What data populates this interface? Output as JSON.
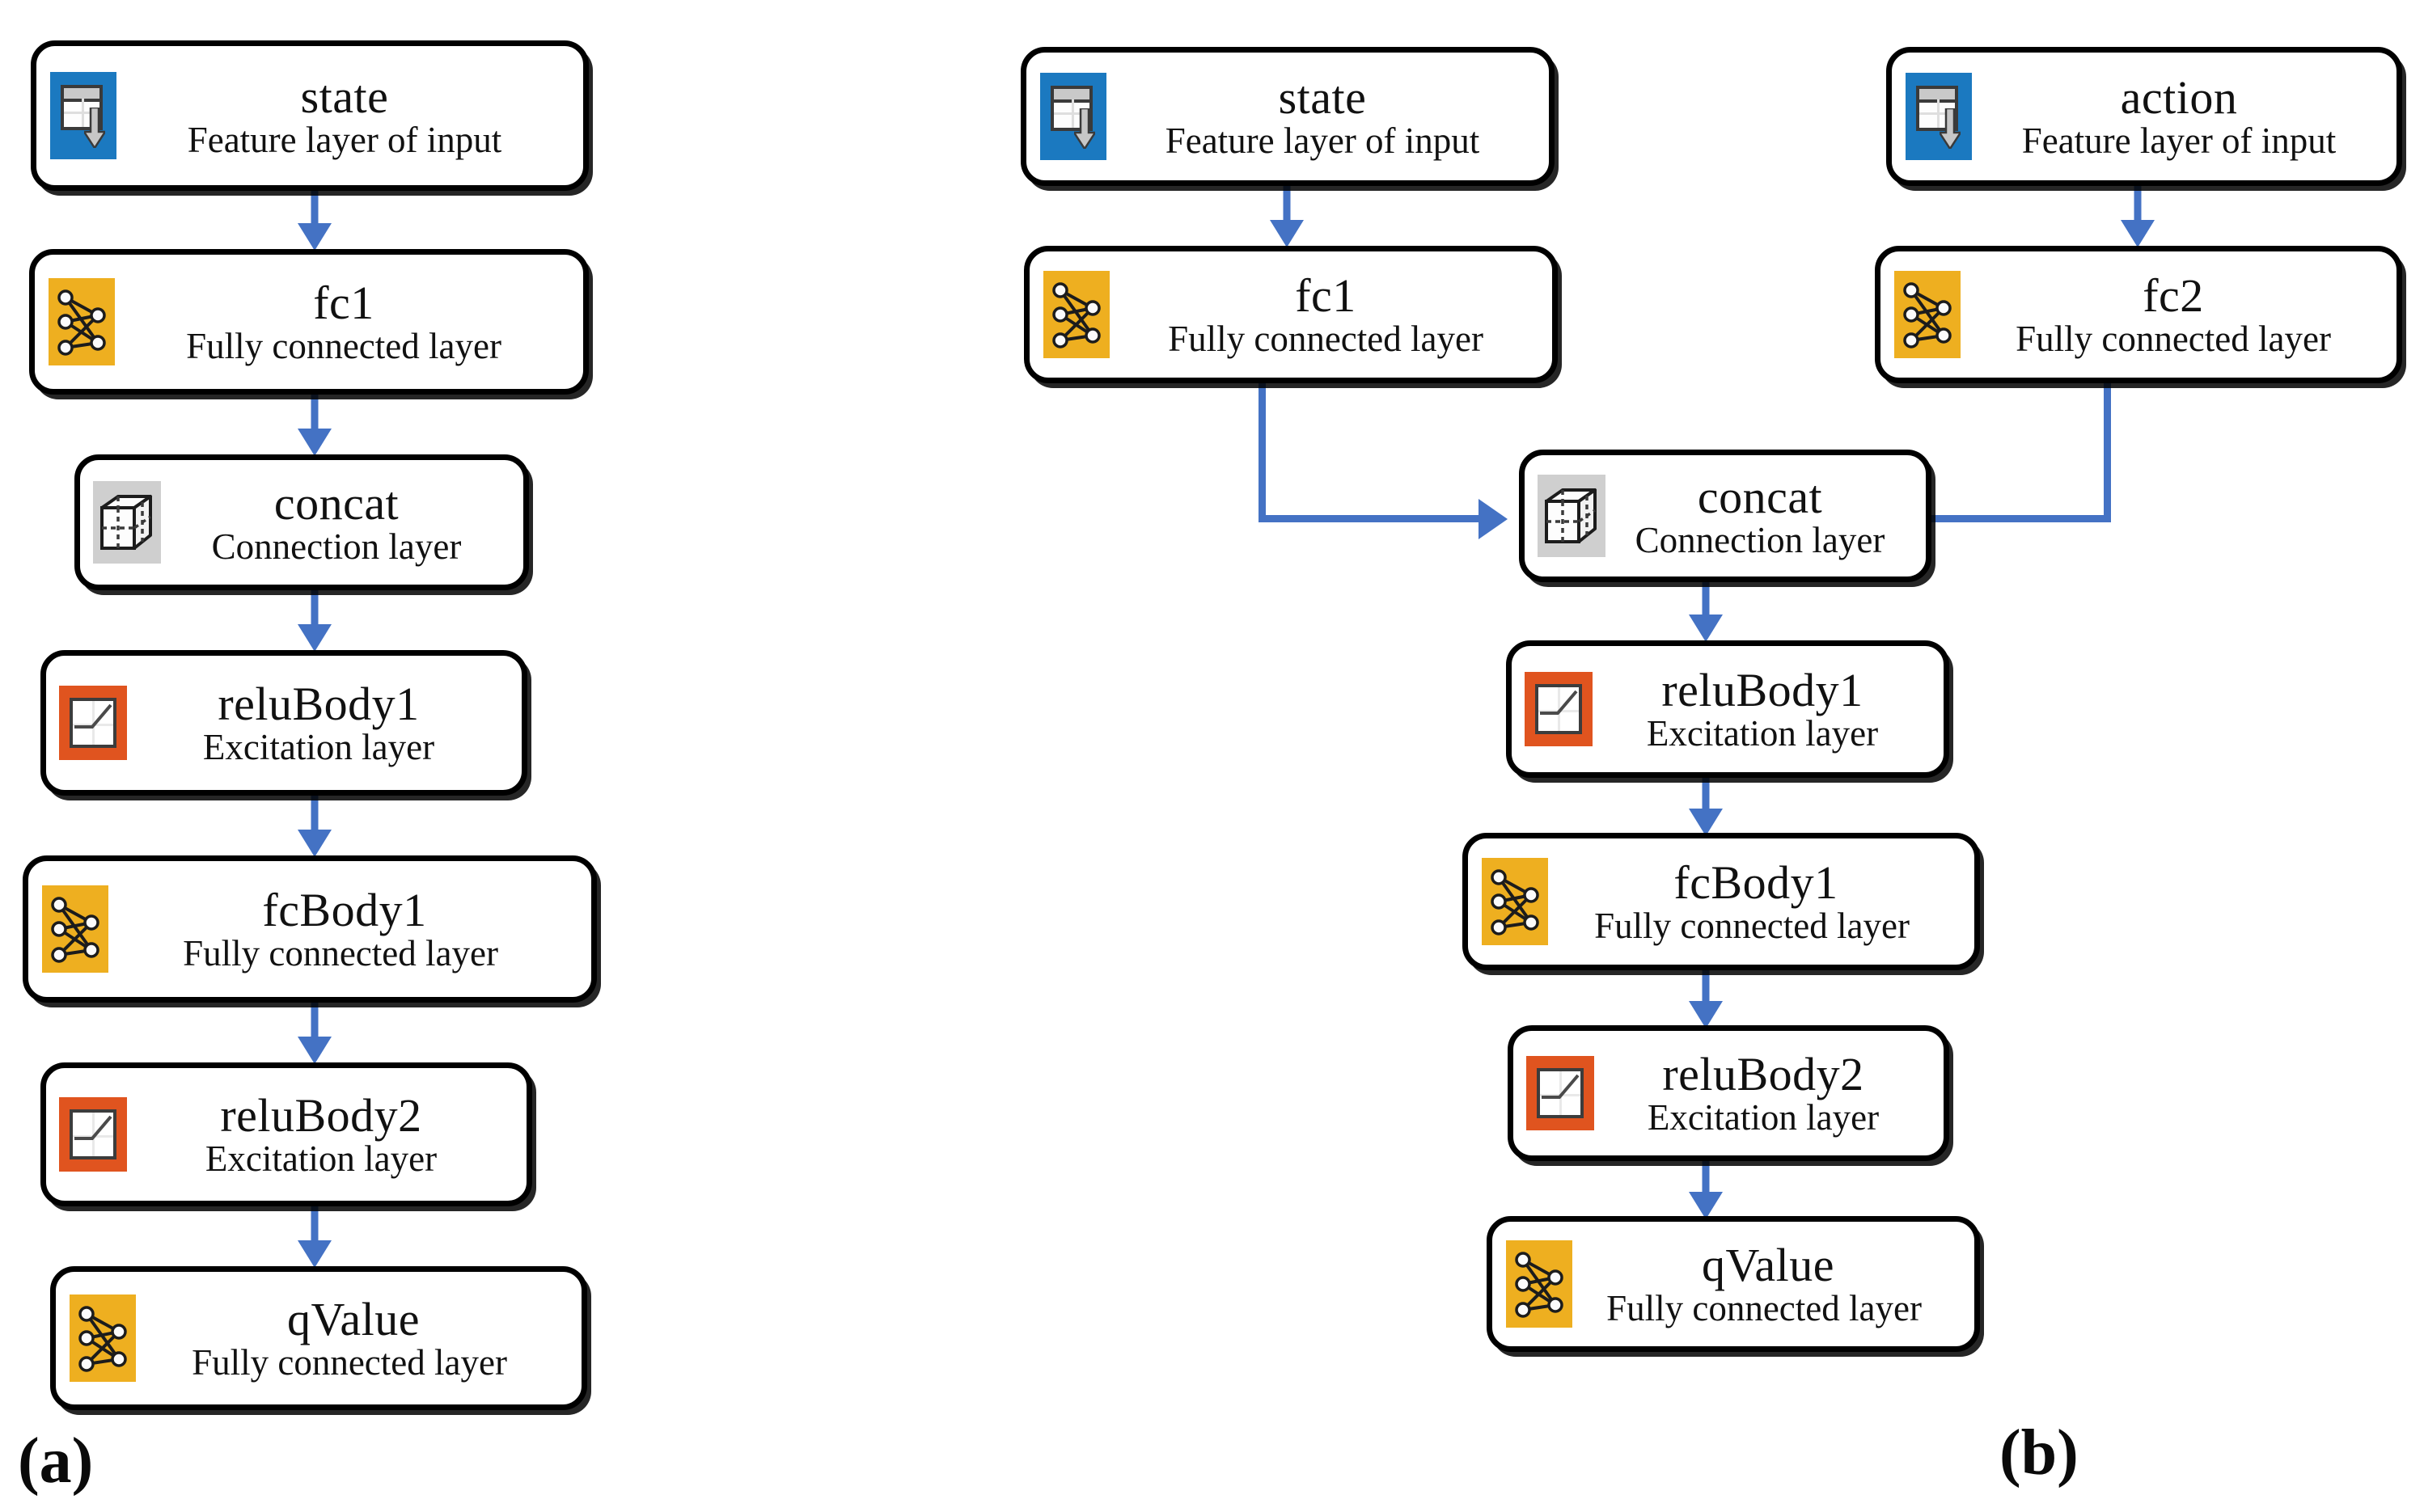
{
  "figure": {
    "colors": {
      "arrow": "#4472C4",
      "input_icon": "#1B79C0",
      "fc_icon": "#EEAF20",
      "concat_icon": "#CFCFCF",
      "relu_icon": "#E0541F",
      "node_border": "#000000",
      "node_background": "#FFFFFF"
    },
    "panels": [
      {
        "caption": "(a)",
        "nodes": [
          {
            "id": "state",
            "title": "state",
            "subtitle": "Feature layer of input",
            "icon": "input-icon"
          },
          {
            "id": "fc1",
            "title": "fc1",
            "subtitle": "Fully connected layer",
            "icon": "fully-connected-icon"
          },
          {
            "id": "concat",
            "title": "concat",
            "subtitle": "Connection layer",
            "icon": "concat-cube-icon"
          },
          {
            "id": "reluBody1",
            "title": "reluBody1",
            "subtitle": "Excitation layer",
            "icon": "relu-icon"
          },
          {
            "id": "fcBody1",
            "title": "fcBody1",
            "subtitle": "Fully connected layer",
            "icon": "fully-connected-icon"
          },
          {
            "id": "reluBody2",
            "title": "reluBody2",
            "subtitle": "Excitation layer",
            "icon": "relu-icon"
          },
          {
            "id": "qValue",
            "title": "qValue",
            "subtitle": "Fully connected layer",
            "icon": "fully-connected-icon"
          }
        ],
        "edges": [
          {
            "from": "state",
            "to": "fc1"
          },
          {
            "from": "fc1",
            "to": "concat"
          },
          {
            "from": "concat",
            "to": "reluBody1"
          },
          {
            "from": "reluBody1",
            "to": "fcBody1"
          },
          {
            "from": "fcBody1",
            "to": "reluBody2"
          },
          {
            "from": "reluBody2",
            "to": "qValue"
          }
        ]
      },
      {
        "caption": "(b)",
        "nodes": [
          {
            "id": "state",
            "title": "state",
            "subtitle": "Feature layer of input",
            "icon": "input-icon"
          },
          {
            "id": "action",
            "title": "action",
            "subtitle": "Feature layer of input",
            "icon": "input-icon"
          },
          {
            "id": "fc1",
            "title": "fc1",
            "subtitle": "Fully connected layer",
            "icon": "fully-connected-icon"
          },
          {
            "id": "fc2",
            "title": "fc2",
            "subtitle": "Fully connected layer",
            "icon": "fully-connected-icon"
          },
          {
            "id": "concat",
            "title": "concat",
            "subtitle": "Connection layer",
            "icon": "concat-cube-icon"
          },
          {
            "id": "reluBody1",
            "title": "reluBody1",
            "subtitle": "Excitation layer",
            "icon": "relu-icon"
          },
          {
            "id": "fcBody1",
            "title": "fcBody1",
            "subtitle": "Fully connected layer",
            "icon": "fully-connected-icon"
          },
          {
            "id": "reluBody2",
            "title": "reluBody2",
            "subtitle": "Excitation layer",
            "icon": "relu-icon"
          },
          {
            "id": "qValue",
            "title": "qValue",
            "subtitle": "Fully connected layer",
            "icon": "fully-connected-icon"
          }
        ],
        "edges": [
          {
            "from": "state",
            "to": "fc1"
          },
          {
            "from": "action",
            "to": "fc2"
          },
          {
            "from": "fc1",
            "to": "concat"
          },
          {
            "from": "fc2",
            "to": "concat"
          },
          {
            "from": "concat",
            "to": "reluBody1"
          },
          {
            "from": "reluBody1",
            "to": "fcBody1"
          },
          {
            "from": "fcBody1",
            "to": "reluBody2"
          },
          {
            "from": "reluBody2",
            "to": "qValue"
          }
        ]
      }
    ]
  }
}
